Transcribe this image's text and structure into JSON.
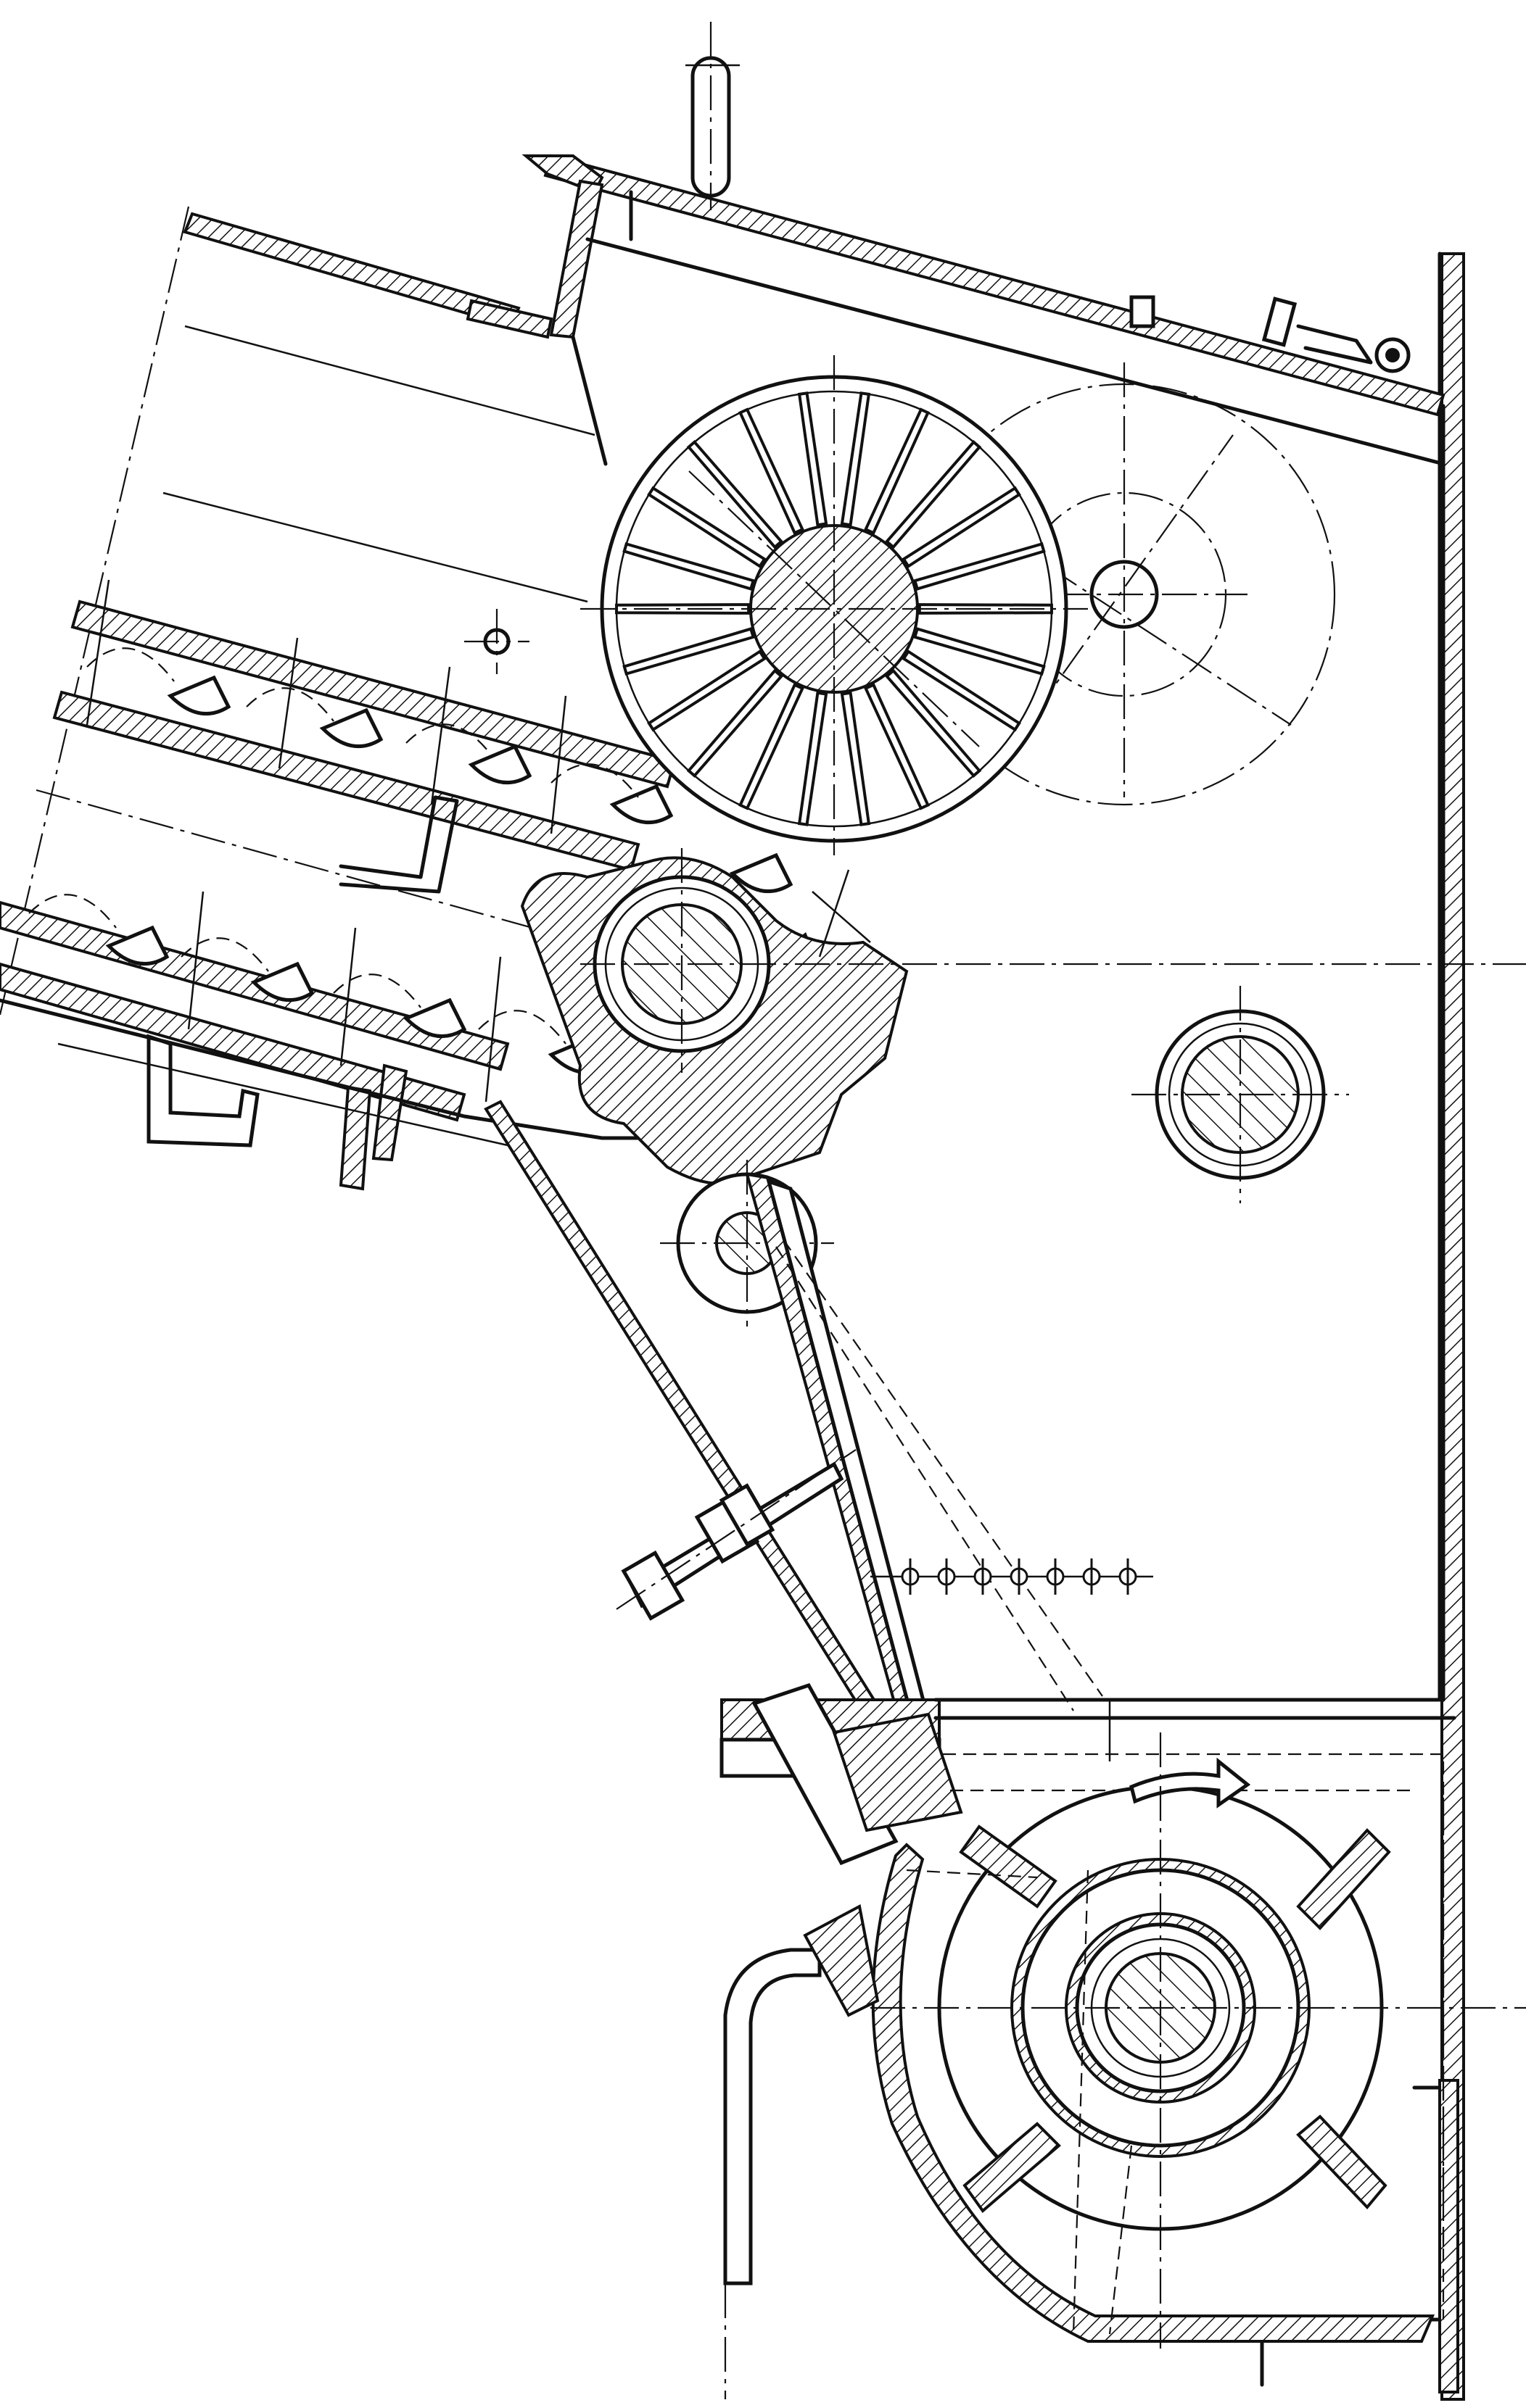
{
  "image": {
    "type": "technical-section-drawing",
    "background_color": "#ffffff",
    "line_color": "#111111",
    "text_labels": []
  },
  "components": [
    {
      "name": "inclined-conveyor-housing"
    },
    {
      "name": "chain-conveyor-with-slats"
    },
    {
      "name": "drive-sprocket"
    },
    {
      "name": "spoked-beater-drum"
    },
    {
      "name": "beater-pulley"
    },
    {
      "name": "frame-shaft"
    },
    {
      "name": "pivoting-flap"
    },
    {
      "name": "adjustment-bolt"
    },
    {
      "name": "cleaning-rotor"
    },
    {
      "name": "vertical-frame-plate"
    },
    {
      "name": "base-bracket"
    }
  ],
  "annotations": {
    "rotation_arrow_icon": "rotation-arrow-icon"
  }
}
